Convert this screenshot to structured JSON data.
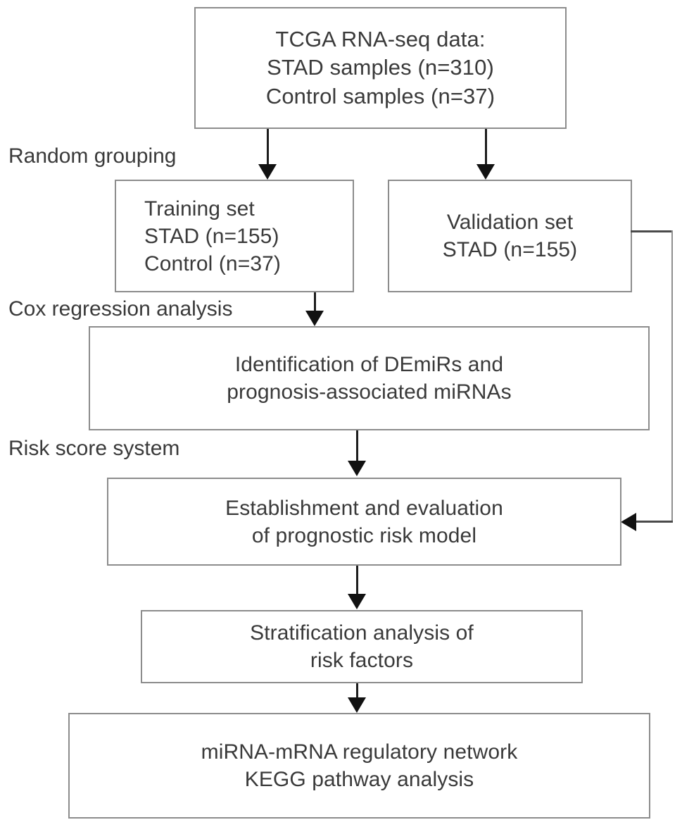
{
  "diagram": {
    "title": "Study workflow flowchart",
    "colors": {
      "box_border": "#8c8c8c",
      "text": "#3a3a3a",
      "arrow": "#111111",
      "connector": "#4a4a4a",
      "background": "#ffffff"
    },
    "nodes": [
      {
        "id": "source-data",
        "lines": [
          "TCGA RNA-seq data:",
          "STAD samples (n=310)",
          "Control samples (n=37)"
        ]
      },
      {
        "id": "training-set",
        "lines": [
          "Training set",
          "STAD (n=155)",
          "Control (n=37)"
        ]
      },
      {
        "id": "validation-set",
        "lines": [
          "Validation set",
          "STAD (n=155)"
        ]
      },
      {
        "id": "identification",
        "lines": [
          "Identification of DEmiRs and",
          "prognosis-associated miRNAs"
        ]
      },
      {
        "id": "risk-model",
        "lines": [
          "Establishment and evaluation",
          "of prognostic risk model"
        ]
      },
      {
        "id": "stratification",
        "lines": [
          "Stratification analysis of",
          "risk factors"
        ]
      },
      {
        "id": "network-kegg",
        "lines": [
          "miRNA-mRNA regulatory network",
          "KEGG pathway analysis"
        ]
      }
    ],
    "edge_labels": [
      {
        "id": "random-grouping",
        "text": "Random grouping"
      },
      {
        "id": "cox-regression",
        "text": "Cox regression analysis"
      },
      {
        "id": "risk-score-system",
        "text": "Risk score system"
      }
    ]
  }
}
